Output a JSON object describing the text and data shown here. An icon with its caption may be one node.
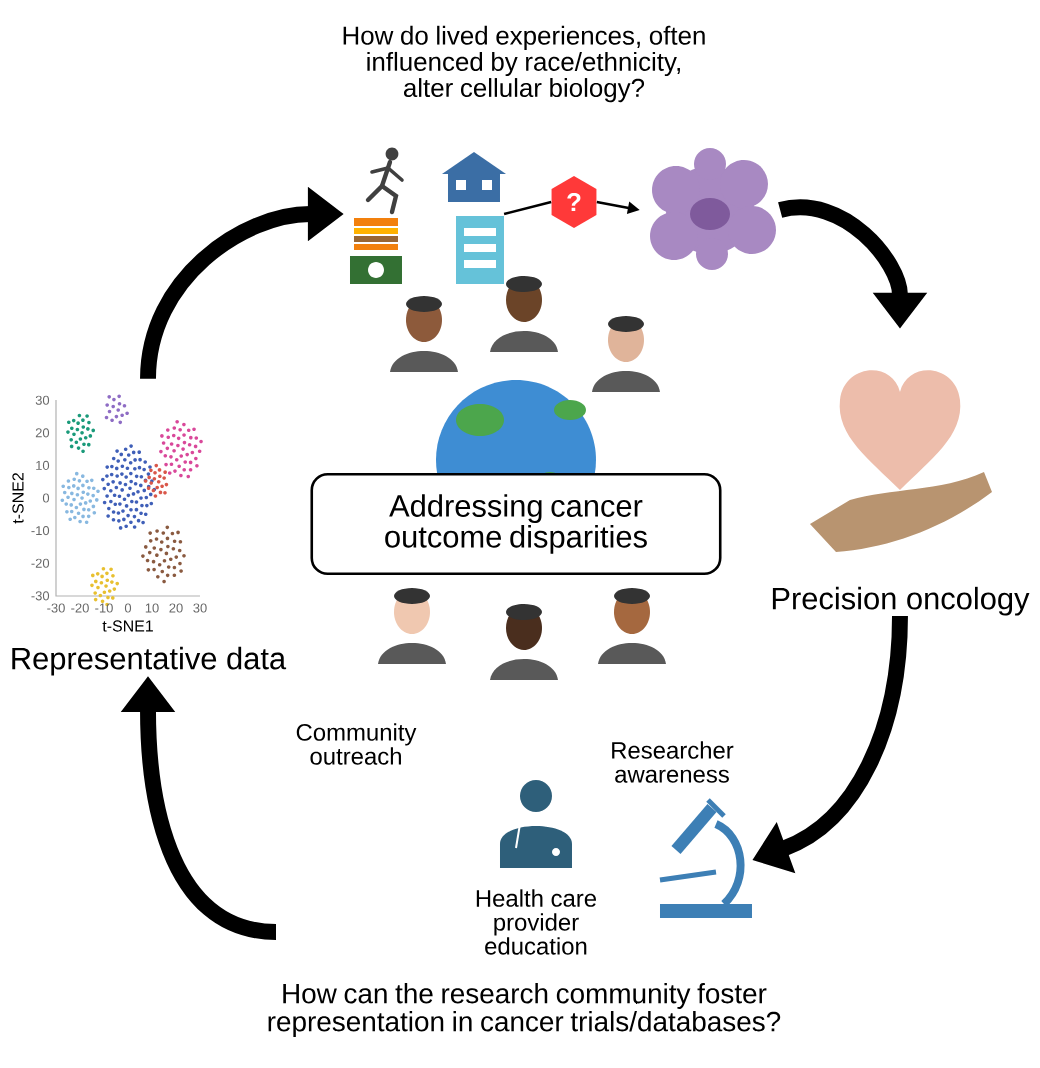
{
  "diagram": {
    "nodes": [
      {
        "text": [
          "Addressing cancer outcome disparities"
        ]
      },
      {
        "text": [],
        "shape": "picture"
      },
      {
        "text": [
          "?"
        ]
      },
      {
        "text": [],
        "shape": "picture"
      },
      {
        "text": [
          "Precision oncology"
        ]
      },
      {
        "text": [],
        "shape": "picture",
        "beside": [
          "Researcher awareness"
        ]
      },
      {
        "text": [
          "Representative data"
        ]
      }
    ],
    "edges": [
      {
        "from": 6,
        "to": 1,
        "arrow": "to"
      },
      {
        "from": 1,
        "to": 2,
        "arrow": "none"
      },
      {
        "from": 2,
        "to": 3,
        "arrow": "to"
      },
      {
        "from": 3,
        "to": 4,
        "arrow": "to"
      },
      {
        "from": 4,
        "to": 5,
        "arrow": "to"
      },
      {
        "from": null,
        "to": 6,
        "arrow": "to"
      }
    ],
    "labels": [
      "How do lived experiences, often influenced by race/ethnicity, alter cellular biology?",
      "Community outreach",
      "Health care provider education",
      "How can the research community foster representation in cancer trials/databases?",
      "t-SNE2",
      "30",
      "20",
      "10",
      "0",
      "-10",
      "-20",
      "-30",
      "-30",
      "-20",
      "-10",
      "0",
      "10",
      "20",
      "30",
      "t-SNE1"
    ]
  }
}
